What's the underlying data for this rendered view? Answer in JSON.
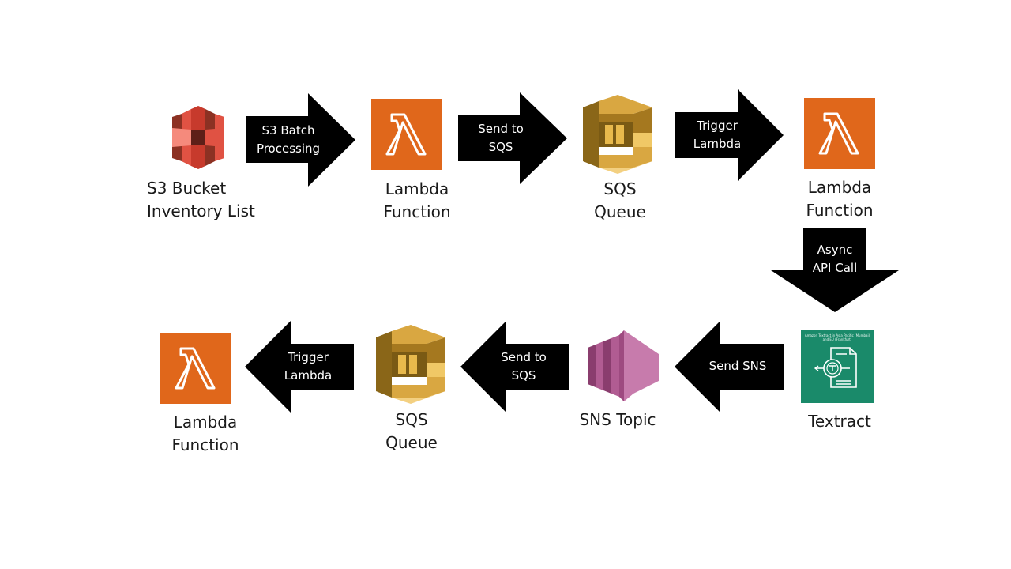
{
  "diagram": {
    "nodes": {
      "s3_bucket": {
        "label": "S3 Bucket\nInventory List",
        "icon": "s3-bucket-icon",
        "color": "#e05243"
      },
      "lambda_1": {
        "label": "Lambda\nFunction",
        "icon": "lambda-icon",
        "color": "#e0671b"
      },
      "sqs_1": {
        "label": "SQS\nQueue",
        "icon": "sqs-queue-icon",
        "color": "#d9a741"
      },
      "lambda_2": {
        "label": "Lambda\nFunction",
        "icon": "lambda-icon",
        "color": "#e0671b"
      },
      "textract": {
        "label": "Textract",
        "icon": "textract-icon",
        "color": "#1a8a6a",
        "icon_caption": "Amazon Textract in Asia Pacific (Mumbai) and EU (Frankfurt)"
      },
      "sns_topic": {
        "label": "SNS Topic",
        "icon": "sns-topic-icon",
        "color": "#c77bac"
      },
      "sqs_2": {
        "label": "SQS\nQueue",
        "icon": "sqs-queue-icon",
        "color": "#d9a741"
      },
      "lambda_3": {
        "label": "Lambda\nFunction",
        "icon": "lambda-icon",
        "color": "#e0671b"
      }
    },
    "arrows": {
      "s3_to_lambda": {
        "label": "S3 Batch\nProcessing",
        "direction": "right"
      },
      "lambda_to_sqs": {
        "label": "Send to\nSQS",
        "direction": "right"
      },
      "sqs_to_lambda": {
        "label": "Trigger\nLambda",
        "direction": "right"
      },
      "lambda_to_textract": {
        "label": "Async\nAPI Call",
        "direction": "down"
      },
      "textract_to_sns": {
        "label": "Send SNS",
        "direction": "left"
      },
      "sns_to_sqs": {
        "label": "Send to\nSQS",
        "direction": "left"
      },
      "sqs_to_lambda_final": {
        "label": "Trigger\nLambda",
        "direction": "left"
      }
    }
  }
}
